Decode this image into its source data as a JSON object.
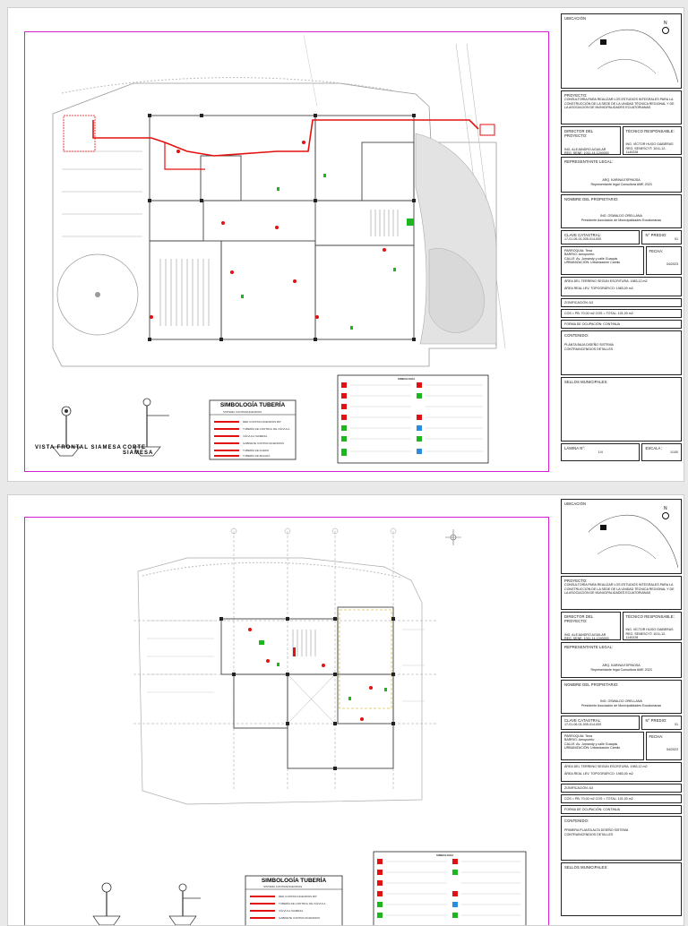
{
  "sheets": [
    {
      "project_label": "PROYECTO:",
      "project_text": "CONSULTORÍA PARA REALIZAR LOS ESTUDIOS INTEGRALES PARA LA CONSTRUCCIÓN DE LA SEDE DE LA UNIDAD TÉCNICA REGIONAL Y DE LA ASOCIACIÓN DE MUNICIPALIDADES ECUATORIANAS",
      "location_label": "UBICACIÓN",
      "director_label": "DIRECTOR DEL PROYECTO:",
      "director_value": "ING. ALEJANDRO AGUILAR",
      "director_reg": "REG. SENE: 1011-14-1240000",
      "tech_label": "TÉCNICO RESPONSABLE:",
      "tech_value": "ING. VÍCTOR HUGO GAIBERAS",
      "tech_reg": "REG. SENESCYT: 1011-12-1140228",
      "legal_label": "REPRESENTANTE LEGAL:",
      "legal_value": "ARQ. KARINA ESPINOSA",
      "legal_sub": "Representante legal Consultora AME 2023",
      "owner_label": "NOMBRE DEL PROPIETARIO:",
      "owner_value": "ING. OSWALDO ORELLANA",
      "owner_sub": "Presidente Asociación de Municipalidades Ecuatorianas",
      "cadastral_label": "CLAVE CATASTRAL:",
      "cadastral_value": "17-01-06-01-005-014-000",
      "predio_label": "N° PREDIO:",
      "predio_value": "01",
      "parish": "PARROQUIA: Tena",
      "barrio": "BARRIO: Aeropuerto",
      "street": "CALLE: Av. Jumandy y calle Guaquis",
      "urban": "URBANIZACIÓN: Urbanización Camilo",
      "date_label": "FECHA:",
      "date_value": "04/2023",
      "area_deed": "ÁREA DEL TERRENO SEGÚN ESCRITURA: 1983,12 m2",
      "area_topo": "ÁREA REAL LEV. TOPOGRÁFICO: 1983,00 m2",
      "zoning": "ZONIFICACIÓN: A3",
      "cos": "COS = PB: 70,00 m2     COS = TOTAL: 101,00 m2",
      "occupation": "FORMA DE OCUPACIÓN: CONTINUA",
      "content_label": "CONTENIDO:",
      "content_value": "PLANTA BAJA DISEÑO SISTEMA CONTRAINCENDIOS DETALLES",
      "seals_label": "SELLOS MUNICIPALES:",
      "sheet_label": "LÁMINA N°:",
      "sheet_value": "1/4",
      "scale_label": "ESCALA:",
      "scale_value": "1/100",
      "pipe_legend_title": "SIMBOLOGÍA TUBERÍA",
      "pipe_legend_sub": "SISTEMA CONTRAINCENDIOS",
      "pipe_items": [
        "RED CONTRA INCENDIOS Ø2\"",
        "TUBERÍA DE CONTROL DE VÁLVULA",
        "VÁLVULA SIAMESA",
        "GABINETE CONTRA INCENDIOS",
        "TUBERÍA DE ACERO",
        "TUBERÍA DE BAJADA"
      ],
      "symbols_title": "SIMBOLOGÍA",
      "siamese_front": "VISTA FRONTAL SIAMESA",
      "siamese_cut": "CORTE SIAMESA"
    },
    {
      "project_label": "PROYECTO:",
      "project_text": "CONSULTORÍA PARA REALIZAR LOS ESTUDIOS INTEGRALES PARA LA CONSTRUCCIÓN DE LA SEDE DE LA UNIDAD TÉCNICA REGIONAL Y DE LA ASOCIACIÓN DE MUNICIPALIDADES ECUATORIANAS",
      "location_label": "UBICACIÓN",
      "director_label": "DIRECTOR DEL PROYECTO:",
      "director_value": "ING. ALEJANDRO AGUILAR",
      "director_reg": "REG. SENE: 1011-14-1240000",
      "tech_label": "TÉCNICO RESPONSABLE:",
      "tech_value": "ING. VÍCTOR HUGO GAIBERAS",
      "tech_reg": "REG. SENESCYT: 1011-12-1140228",
      "legal_label": "REPRESENTANTE LEGAL:",
      "legal_value": "ARQ. KARINA ESPINOSA",
      "legal_sub": "Representante legal Consultora AME 2023",
      "owner_label": "NOMBRE DEL PROPIETARIO:",
      "owner_value": "ING. OSWALDO ORELLANA",
      "owner_sub": "Presidente Asociación de Municipalidades Ecuatorianas",
      "cadastral_label": "CLAVE CATASTRAL:",
      "cadastral_value": "17-01-06-01-005-014-000",
      "predio_label": "N° PREDIO:",
      "predio_value": "01",
      "parish": "PARROQUIA: Tena",
      "barrio": "BARRIO: Aeropuerto",
      "street": "CALLE: Av. Jumandy y calle Guaquis",
      "urban": "URBANIZACIÓN: Urbanización Camilo",
      "date_label": "FECHA:",
      "date_value": "04/2023",
      "area_deed": "ÁREA DEL TERRENO SEGÚN ESCRITURA: 1983,12 m2",
      "area_topo": "ÁREA REAL LEV. TOPOGRÁFICO: 1983,00 m2",
      "zoning": "ZONIFICACIÓN: A3",
      "cos": "COS = PB: 70,00 m2     COS = TOTAL: 101,00 m2",
      "occupation": "FORMA DE OCUPACIÓN: CONTINUA",
      "content_label": "CONTENIDO:",
      "content_value": "PRIMERA PLANTA ALTA DISEÑO SISTEMA CONTRAINCENDIOS DETALLES",
      "seals_label": "SELLOS MUNICIPALES:",
      "pipe_legend_title": "SIMBOLOGÍA TUBERÍA",
      "pipe_legend_sub": "SISTEMA CONTRAINCENDIOS",
      "pipe_items": [
        "RED CONTRA INCENDIOS Ø2\"",
        "TUBERÍA DE CONTROL DE VÁLVULA",
        "VÁLVULA SIAMESA",
        "GABINETE CONTRA INCENDIOS"
      ],
      "symbols_title": "SIMBOLOGÍA"
    }
  ]
}
